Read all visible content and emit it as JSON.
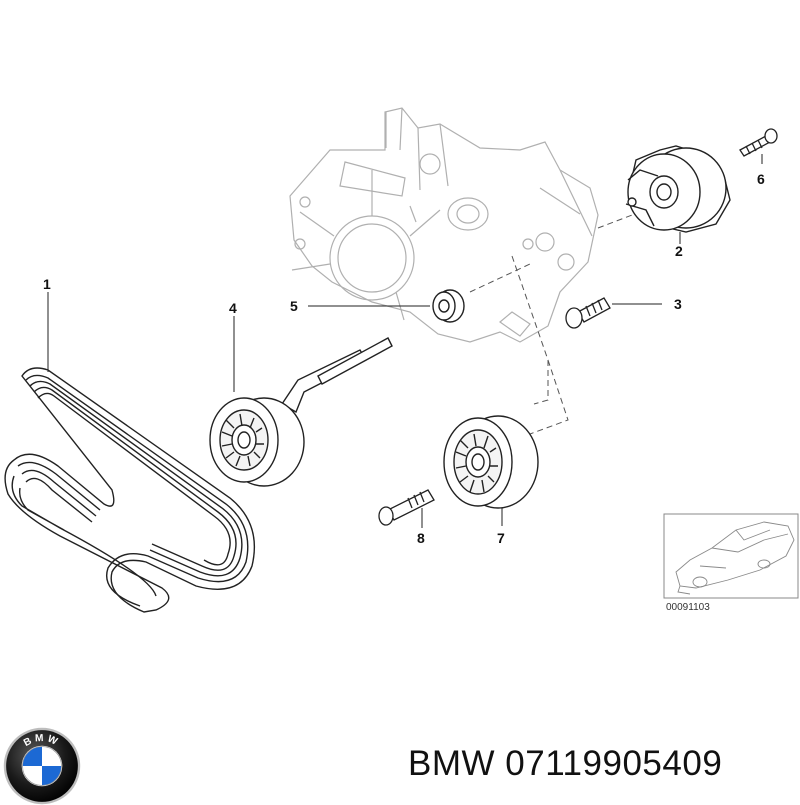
{
  "callouts": {
    "c1": "1",
    "c2": "2",
    "c3": "3",
    "c4": "4",
    "c5": "5",
    "c6": "6",
    "c7": "7",
    "c8": "8"
  },
  "thumbnail": {
    "code": "00091103"
  },
  "caption": {
    "text": "BMW 07119905409"
  },
  "logo": {
    "letters": "BMW",
    "colors": {
      "blue": "#1c69d4",
      "ring": "#1a1a1a",
      "white": "#ffffff"
    }
  }
}
